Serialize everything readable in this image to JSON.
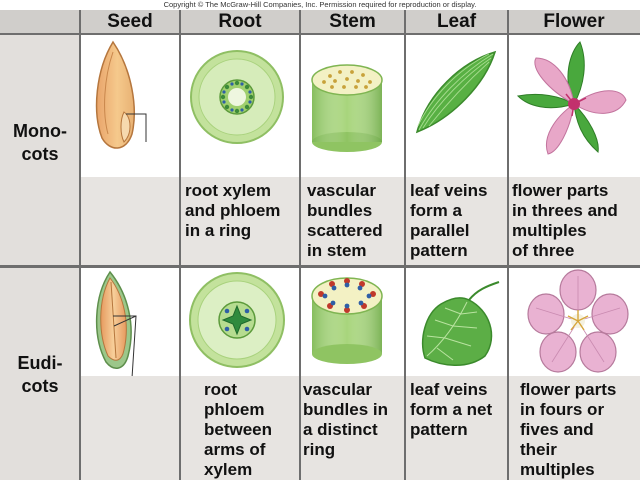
{
  "copyright": "Copyright © The McGraw-Hill Companies, Inc. Permission required for reproduction or display.",
  "headers": [
    "Seed",
    "Root",
    "Stem",
    "Leaf",
    "Flower"
  ],
  "rows": [
    {
      "label": [
        "Mono-",
        "cots"
      ],
      "root": [
        "root xylem",
        "and phloem",
        "in a ring"
      ],
      "stem": [
        "vascular",
        "bundles",
        "scattered",
        "in stem"
      ],
      "leaf": [
        "leaf veins",
        "form a",
        "parallel",
        "pattern"
      ],
      "flower": [
        "flower parts",
        "in threes and",
        "multiples",
        "of three"
      ]
    },
    {
      "label": [
        "Eudi-",
        "cots"
      ],
      "root": [
        "root",
        "phloem",
        "between",
        "arms of",
        "xylem"
      ],
      "stem": [
        "vascular",
        "bundles in",
        "a distinct",
        "ring"
      ],
      "leaf": [
        "leaf veins",
        "form a net",
        "pattern"
      ],
      "flower": [
        "flower parts",
        "in fours or",
        "fives and",
        "their",
        "multiples"
      ]
    }
  ],
  "icons": {
    "monocot_seed": "monocot-seed-icon",
    "monocot_root": "monocot-root-cross-section-icon",
    "monocot_stem": "monocot-stem-cross-section-icon",
    "monocot_leaf": "parallel-vein-leaf-icon",
    "monocot_flower": "three-petal-flower-icon",
    "eudicot_seed": "eudicot-seed-icon",
    "eudicot_root": "eudicot-root-cross-section-icon",
    "eudicot_stem": "eudicot-stem-cross-section-icon",
    "eudicot_leaf": "net-vein-leaf-icon",
    "eudicot_flower": "five-petal-flower-icon"
  },
  "colors": {
    "header_bg": "#d0cecb",
    "image_cell_bg": "#ffffff",
    "text_cell_bg": "#e7e4e1",
    "grid_line": "#6e6e6e",
    "root_green": "#b7dc8e",
    "petal_pink": "#e5a3c6"
  }
}
